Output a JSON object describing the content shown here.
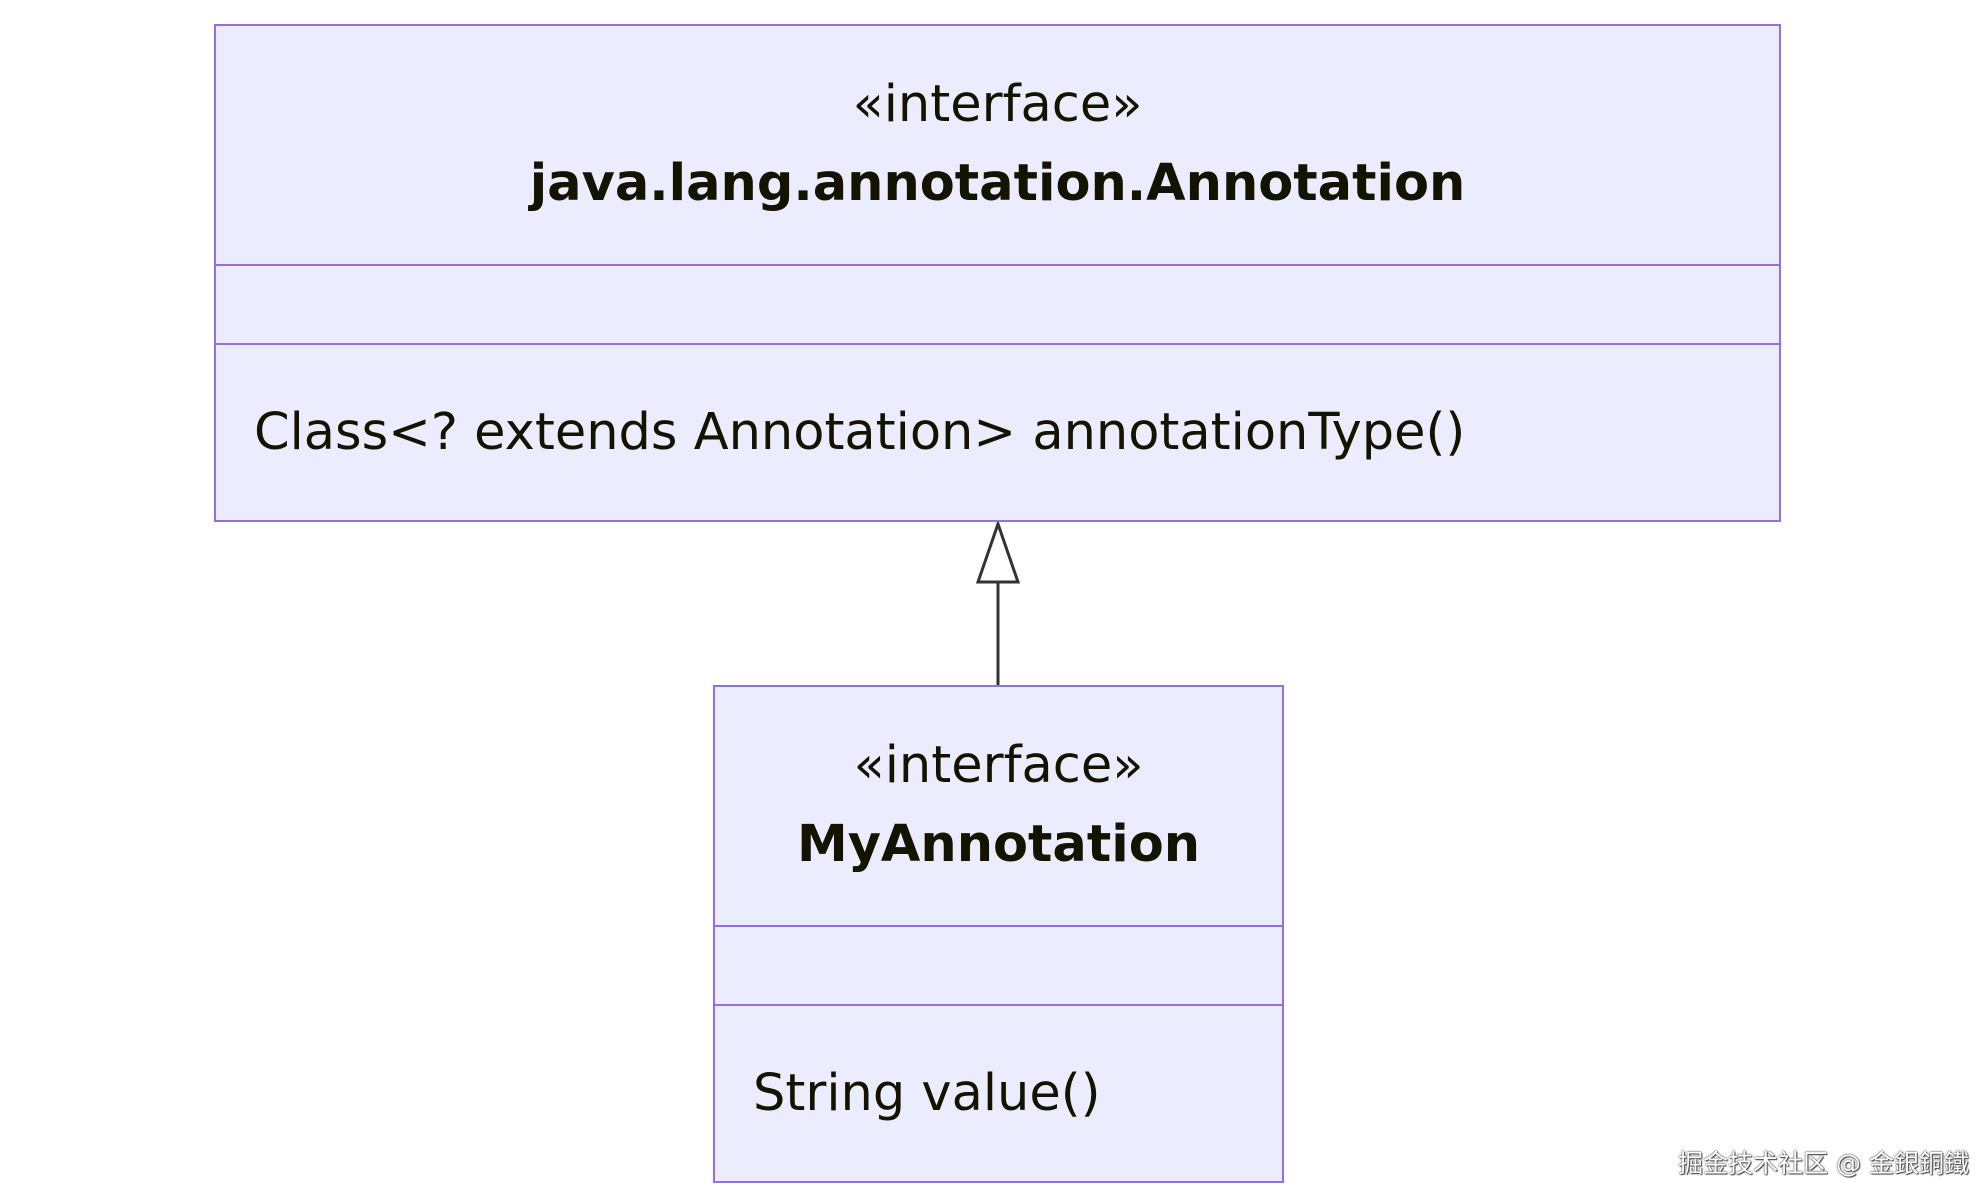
{
  "classes": [
    {
      "stereotype": "«interface»",
      "name": "java.lang.annotation.Annotation",
      "attributes": [],
      "methods": [
        "Class<? extends Annotation> annotationType()"
      ]
    },
    {
      "stereotype": "«interface»",
      "name": "MyAnnotation",
      "attributes": [],
      "methods": [
        "String value()"
      ]
    }
  ],
  "relation": {
    "type": "inheritance",
    "from": "MyAnnotation",
    "to": "java.lang.annotation.Annotation"
  },
  "colors": {
    "class_fill": "#ECECFF",
    "class_border": "#9370DB",
    "line": "#333333",
    "text": "#131300"
  },
  "watermark": "掘金技术社区 @ 金銀銅鐵"
}
